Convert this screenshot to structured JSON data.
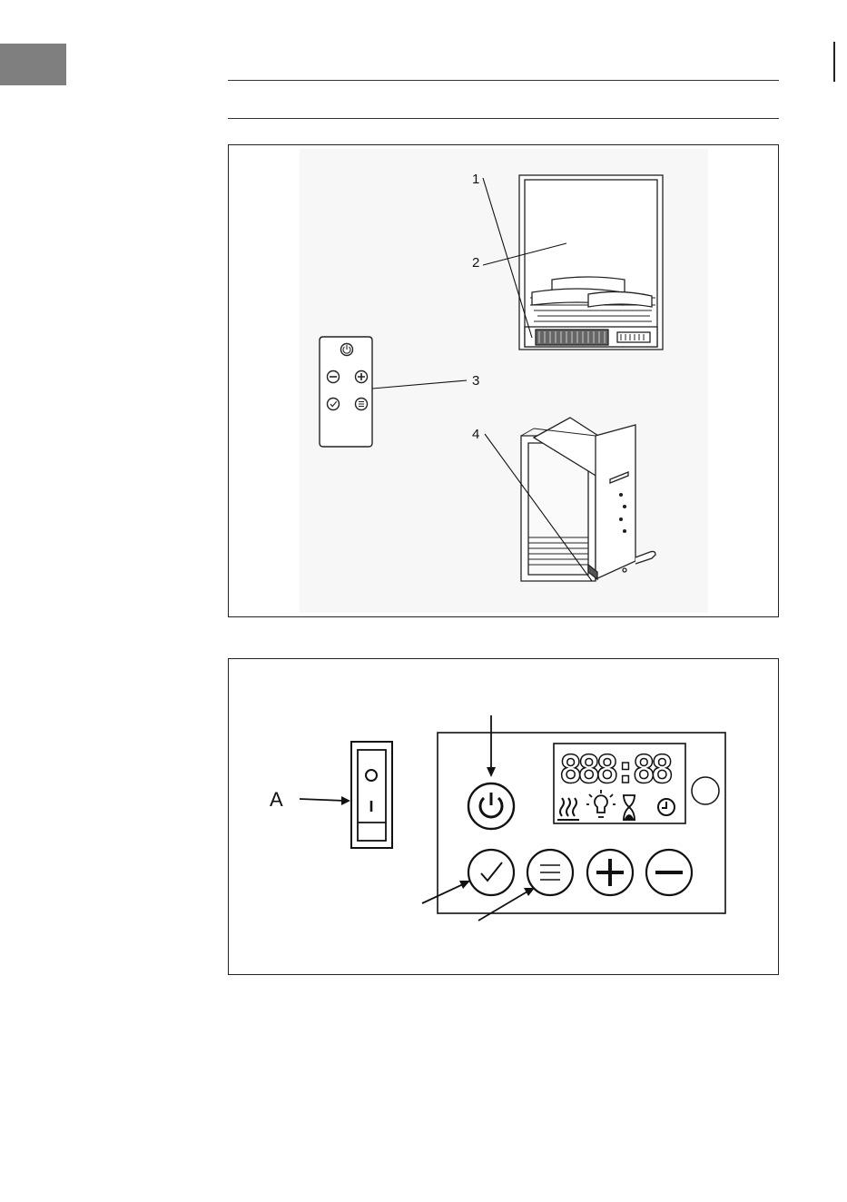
{
  "figure1": {
    "callouts": {
      "n1": "1",
      "n2": "2",
      "n3": "3",
      "n4": "4"
    }
  },
  "figure2": {
    "display_digits": "888:88",
    "callout_a": "A"
  },
  "icons": [
    "power-icon",
    "minus-icon",
    "plus-icon",
    "check-icon",
    "menu-icon",
    "heat-icon",
    "light-icon",
    "hourglass-icon",
    "clock-icon"
  ],
  "colors": {
    "tab": "#7f7f7f",
    "line": "#222222",
    "display_bg": "#ffffff"
  }
}
